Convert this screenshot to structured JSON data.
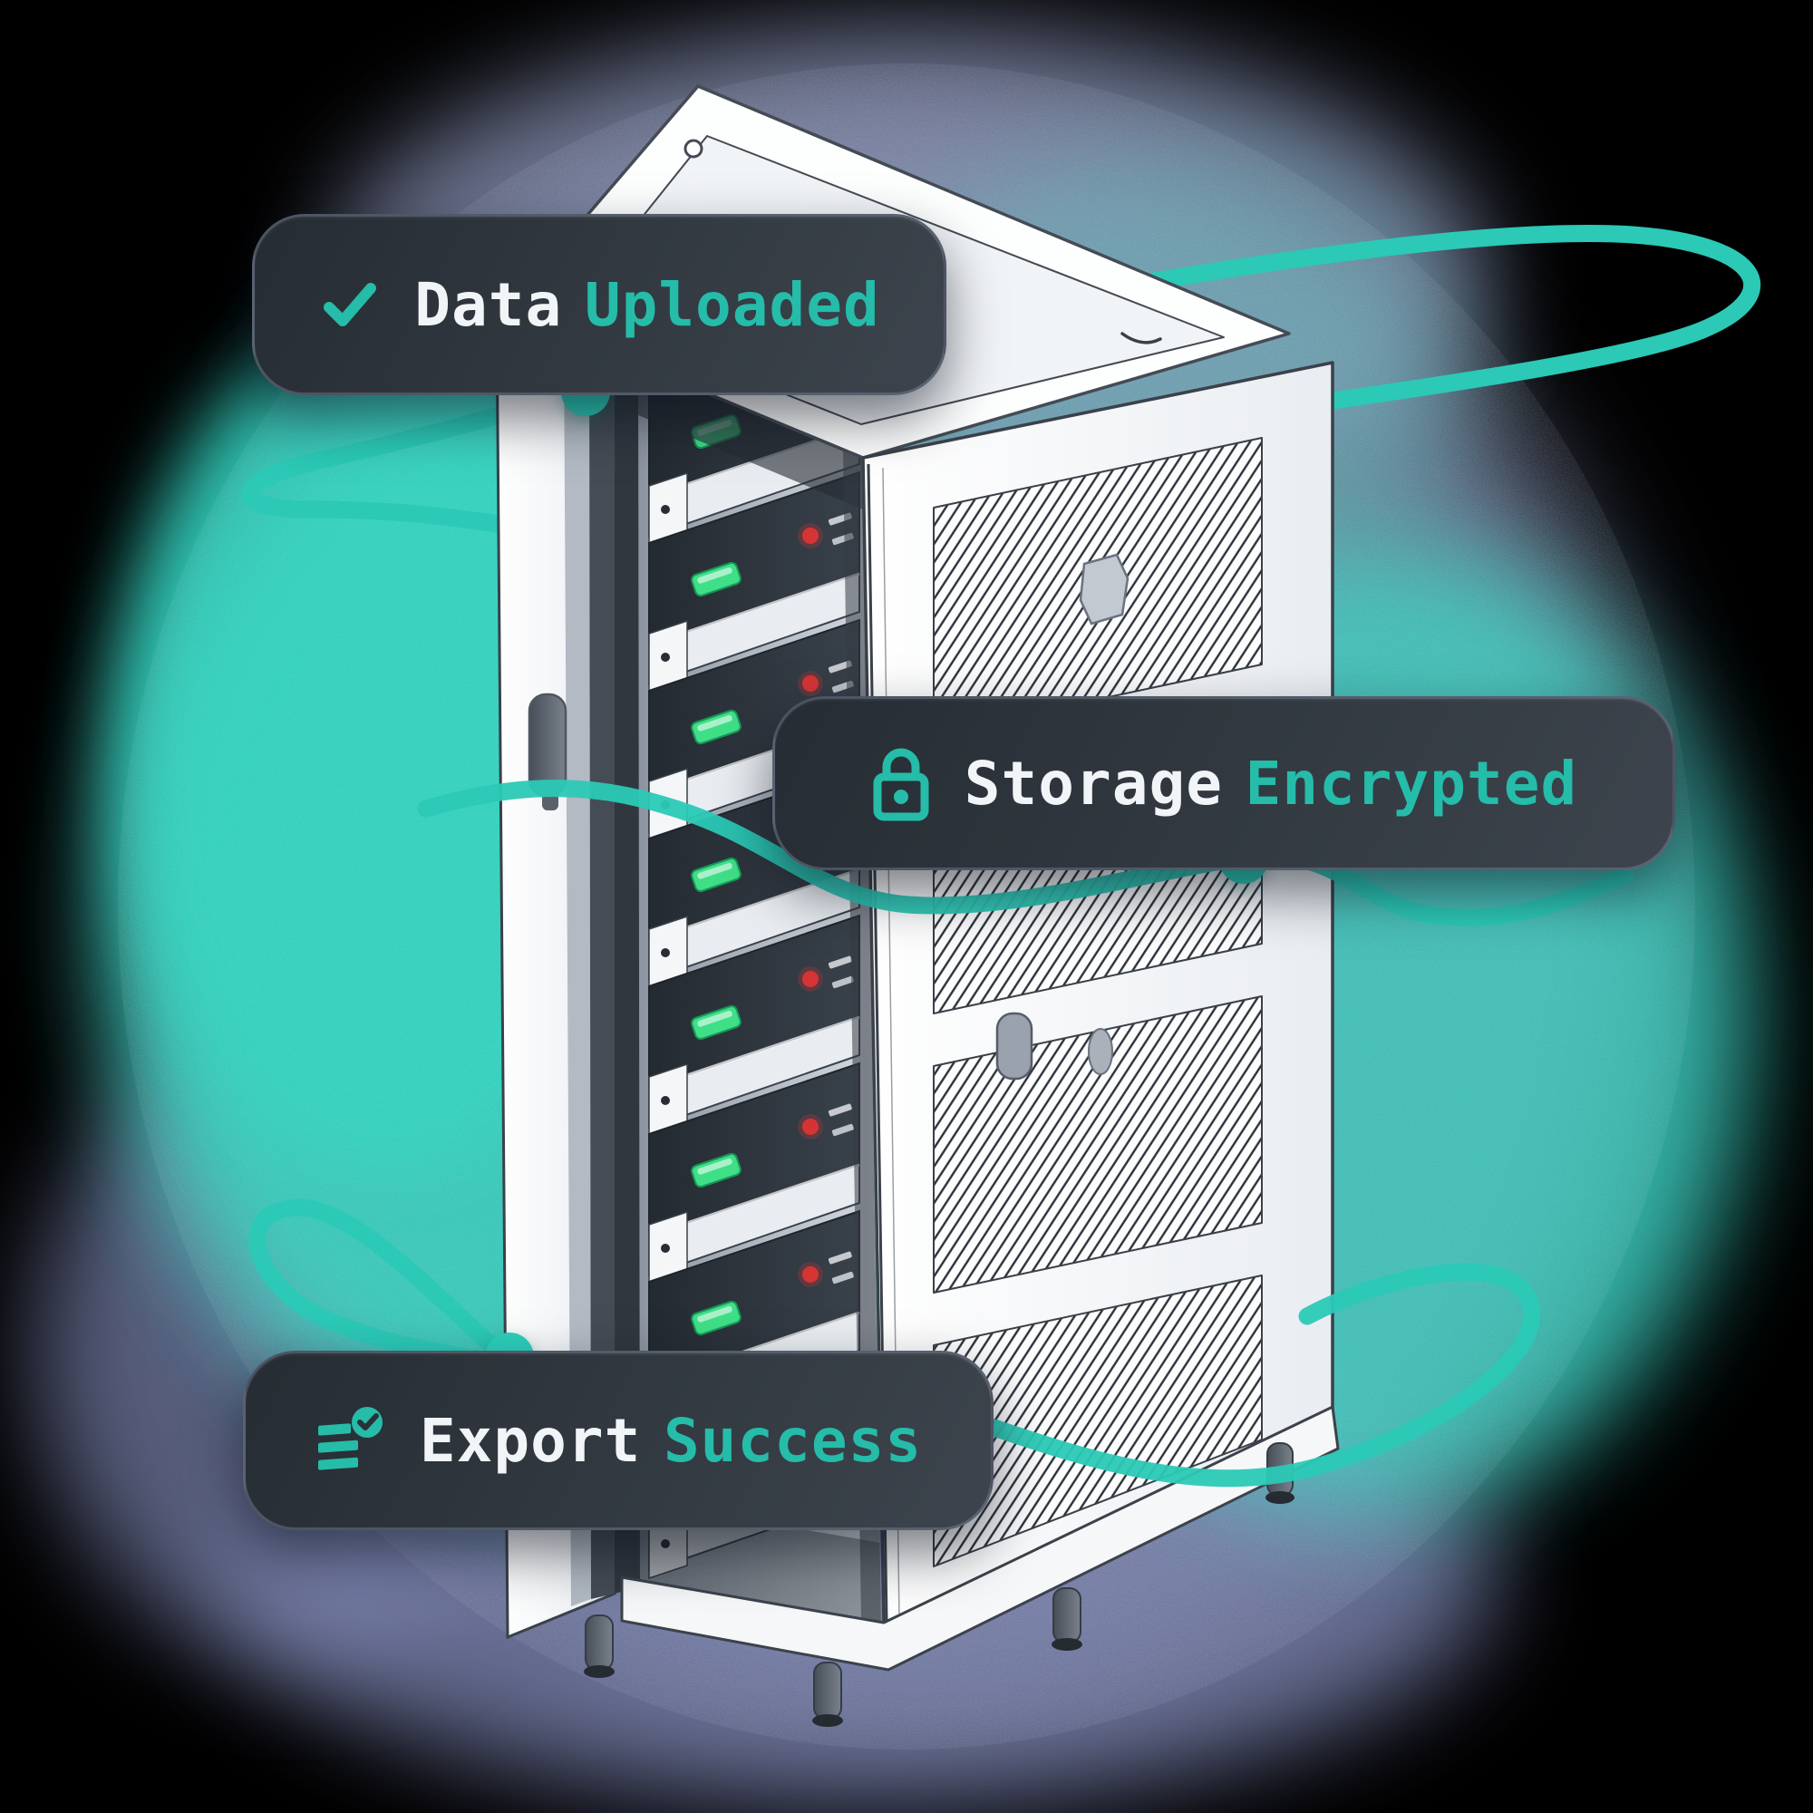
{
  "page": {
    "title": "Secure data storage illustration",
    "description": "Isometric server rack with status callouts"
  },
  "badges": [
    {
      "id": "data-uploaded",
      "icon": "check-icon",
      "label_primary": "Data",
      "label_accent": "Uploaded"
    },
    {
      "id": "storage-encrypted",
      "icon": "lock-icon",
      "label_primary": "Storage",
      "label_accent": "Encrypted"
    },
    {
      "id": "export-success",
      "icon": "list-check-icon",
      "label_primary": "Export",
      "label_accent": "Success"
    }
  ],
  "connectors": {
    "dots": [
      "upload-dot",
      "storage-dot",
      "export-dot"
    ],
    "lines": [
      "top-right-loop",
      "left-loop",
      "middle-sweep",
      "export-left-loop",
      "bottom-right-loop"
    ]
  },
  "rack": {
    "server_count": 8,
    "vent_panel_count": 4,
    "led_states": {
      "green": "power-on",
      "red": "activity"
    }
  },
  "colors": {
    "accent_teal": "#25bca9",
    "bright_teal": "#2bc9b6",
    "badge_background": "#31383f",
    "text_white": "#f2f5f7",
    "glow_teal": "#31cdb9",
    "glow_periwinkle": "#848cb2",
    "led_green": "#3fdf87",
    "led_red": "#d63434"
  }
}
